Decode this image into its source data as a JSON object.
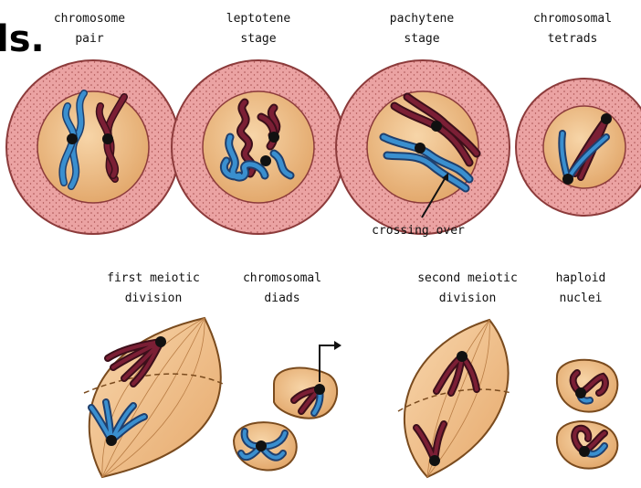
{
  "partial_heading": "ls.",
  "labels": {
    "chromosome_pair": [
      "chromosome",
      "pair"
    ],
    "leptotene": [
      "leptotene",
      "stage"
    ],
    "pachytene": [
      "pachytene",
      "stage"
    ],
    "tetrads": [
      "chromosomal",
      "tetrads"
    ],
    "crossing_over": "crossing over",
    "first_division": [
      "first meiotic",
      "division"
    ],
    "diads": [
      "chromosomal",
      "diads"
    ],
    "second_division": [
      "second meiotic",
      "division"
    ],
    "haploid": [
      "haploid",
      "nuclei"
    ]
  },
  "colors": {
    "outer_cell": "#e8a0a0",
    "nucleus": "#f1c28e",
    "spindle": "#f3c593",
    "maternal_chromosome": "#7b1f35",
    "paternal_chromosome": "#3a8fcf",
    "centromere": "#111111"
  }
}
